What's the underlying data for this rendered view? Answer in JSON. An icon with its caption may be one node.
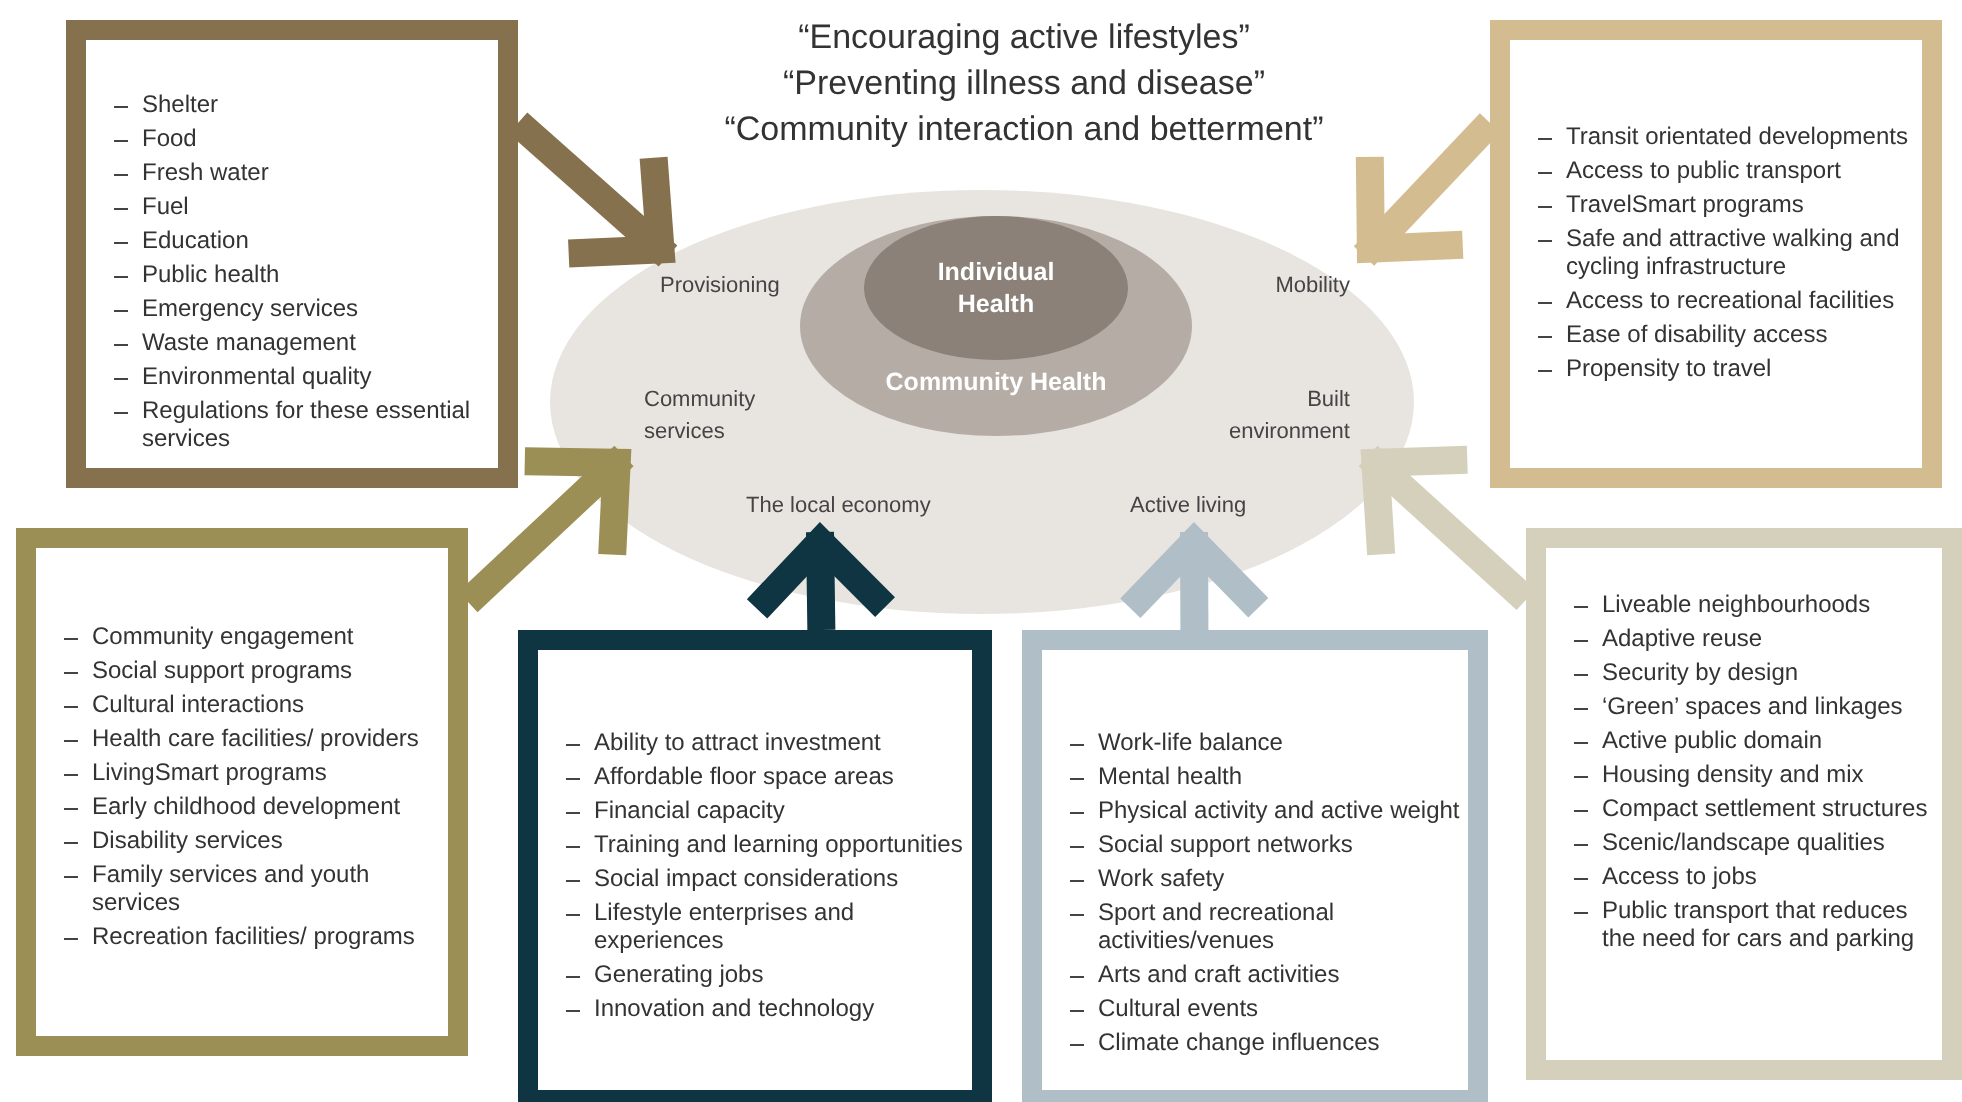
{
  "diagram": {
    "nodes": [
      {
        "text": [],
        "shape": "ellipse"
      },
      {
        "text": [
          "Community Health"
        ],
        "in": 0
      },
      {
        "text": [
          "Individual Health"
        ],
        "in": 1
      },
      {
        "text": [
          "Provisioning"
        ],
        "in": 0
      },
      {
        "text": [
          "Mobility"
        ],
        "in": 0
      },
      {
        "text": [
          "Community services"
        ],
        "in": 0
      },
      {
        "text": [
          "Built environment"
        ],
        "in": 0
      },
      {
        "text": [
          "The local economy"
        ],
        "in": 0
      },
      {
        "text": [
          "Active living"
        ],
        "in": 0
      },
      {
        "text": [
          "Shelter",
          "Food",
          "Fresh water",
          "Fuel",
          "Education",
          "Public health",
          "Emergency services",
          "Waste management",
          "Environmental quality",
          "Regulations for these essential services"
        ]
      },
      {
        "text": [
          "Transit orientated developments",
          "Access to public transport",
          "TravelSmart programs",
          "Safe and attractive walking and cycling infrastructure",
          "Access to recreational facilities",
          "Ease of disability access",
          "Propensity to travel"
        ]
      },
      {
        "text": [
          "Community engagement",
          "Social support programs",
          "Cultural interactions",
          "Health care facilities/ providers",
          "LivingSmart programs",
          "Early childhood development",
          "Disability services",
          "Family services and youth services",
          "Recreation facilities/ programs"
        ]
      },
      {
        "text": [
          "Liveable neighbourhoods",
          "Adaptive reuse",
          "Security by design",
          "‘Green’ spaces and linkages",
          "Active public domain",
          "Housing density and mix",
          "Compact settlement structures",
          "Scenic/landscape qualities",
          "Access to jobs",
          "Public transport that reduces the need for cars and parking"
        ]
      },
      {
        "text": [
          "Ability to attract investment",
          "Affordable floor space areas",
          "Financial capacity",
          "Training and learning opportunities",
          "Social impact considerations",
          "Lifestyle enterprises and experiences",
          "Generating jobs",
          "Innovation and technology"
        ]
      },
      {
        "text": [
          "Work-life balance",
          "Mental health",
          "Physical activity and active weight",
          "Social support networks",
          "Work safety",
          "Sport and recreational activities/venues",
          "Arts and craft activities",
          "Cultural events",
          "Climate change influences"
        ]
      }
    ],
    "edges": [
      {
        "from": 9,
        "to": 3,
        "arrow": "to",
        "color": "#86714e"
      },
      {
        "from": 10,
        "to": 4,
        "arrow": "to",
        "color": "#d4bc91"
      },
      {
        "from": 11,
        "to": 5,
        "arrow": "to",
        "color": "#9c8f55"
      },
      {
        "from": 12,
        "to": 6,
        "arrow": "to",
        "color": "#d5d0bc"
      },
      {
        "from": 13,
        "to": 7,
        "arrow": "to",
        "color": "#0f3442"
      },
      {
        "from": 14,
        "to": 8,
        "arrow": "to",
        "color": "#b0bec8"
      }
    ],
    "labels": [
      "“Encouraging active lifestyles”",
      "“Preventing illness and disease”",
      "“Community interaction and betterment”"
    ]
  }
}
